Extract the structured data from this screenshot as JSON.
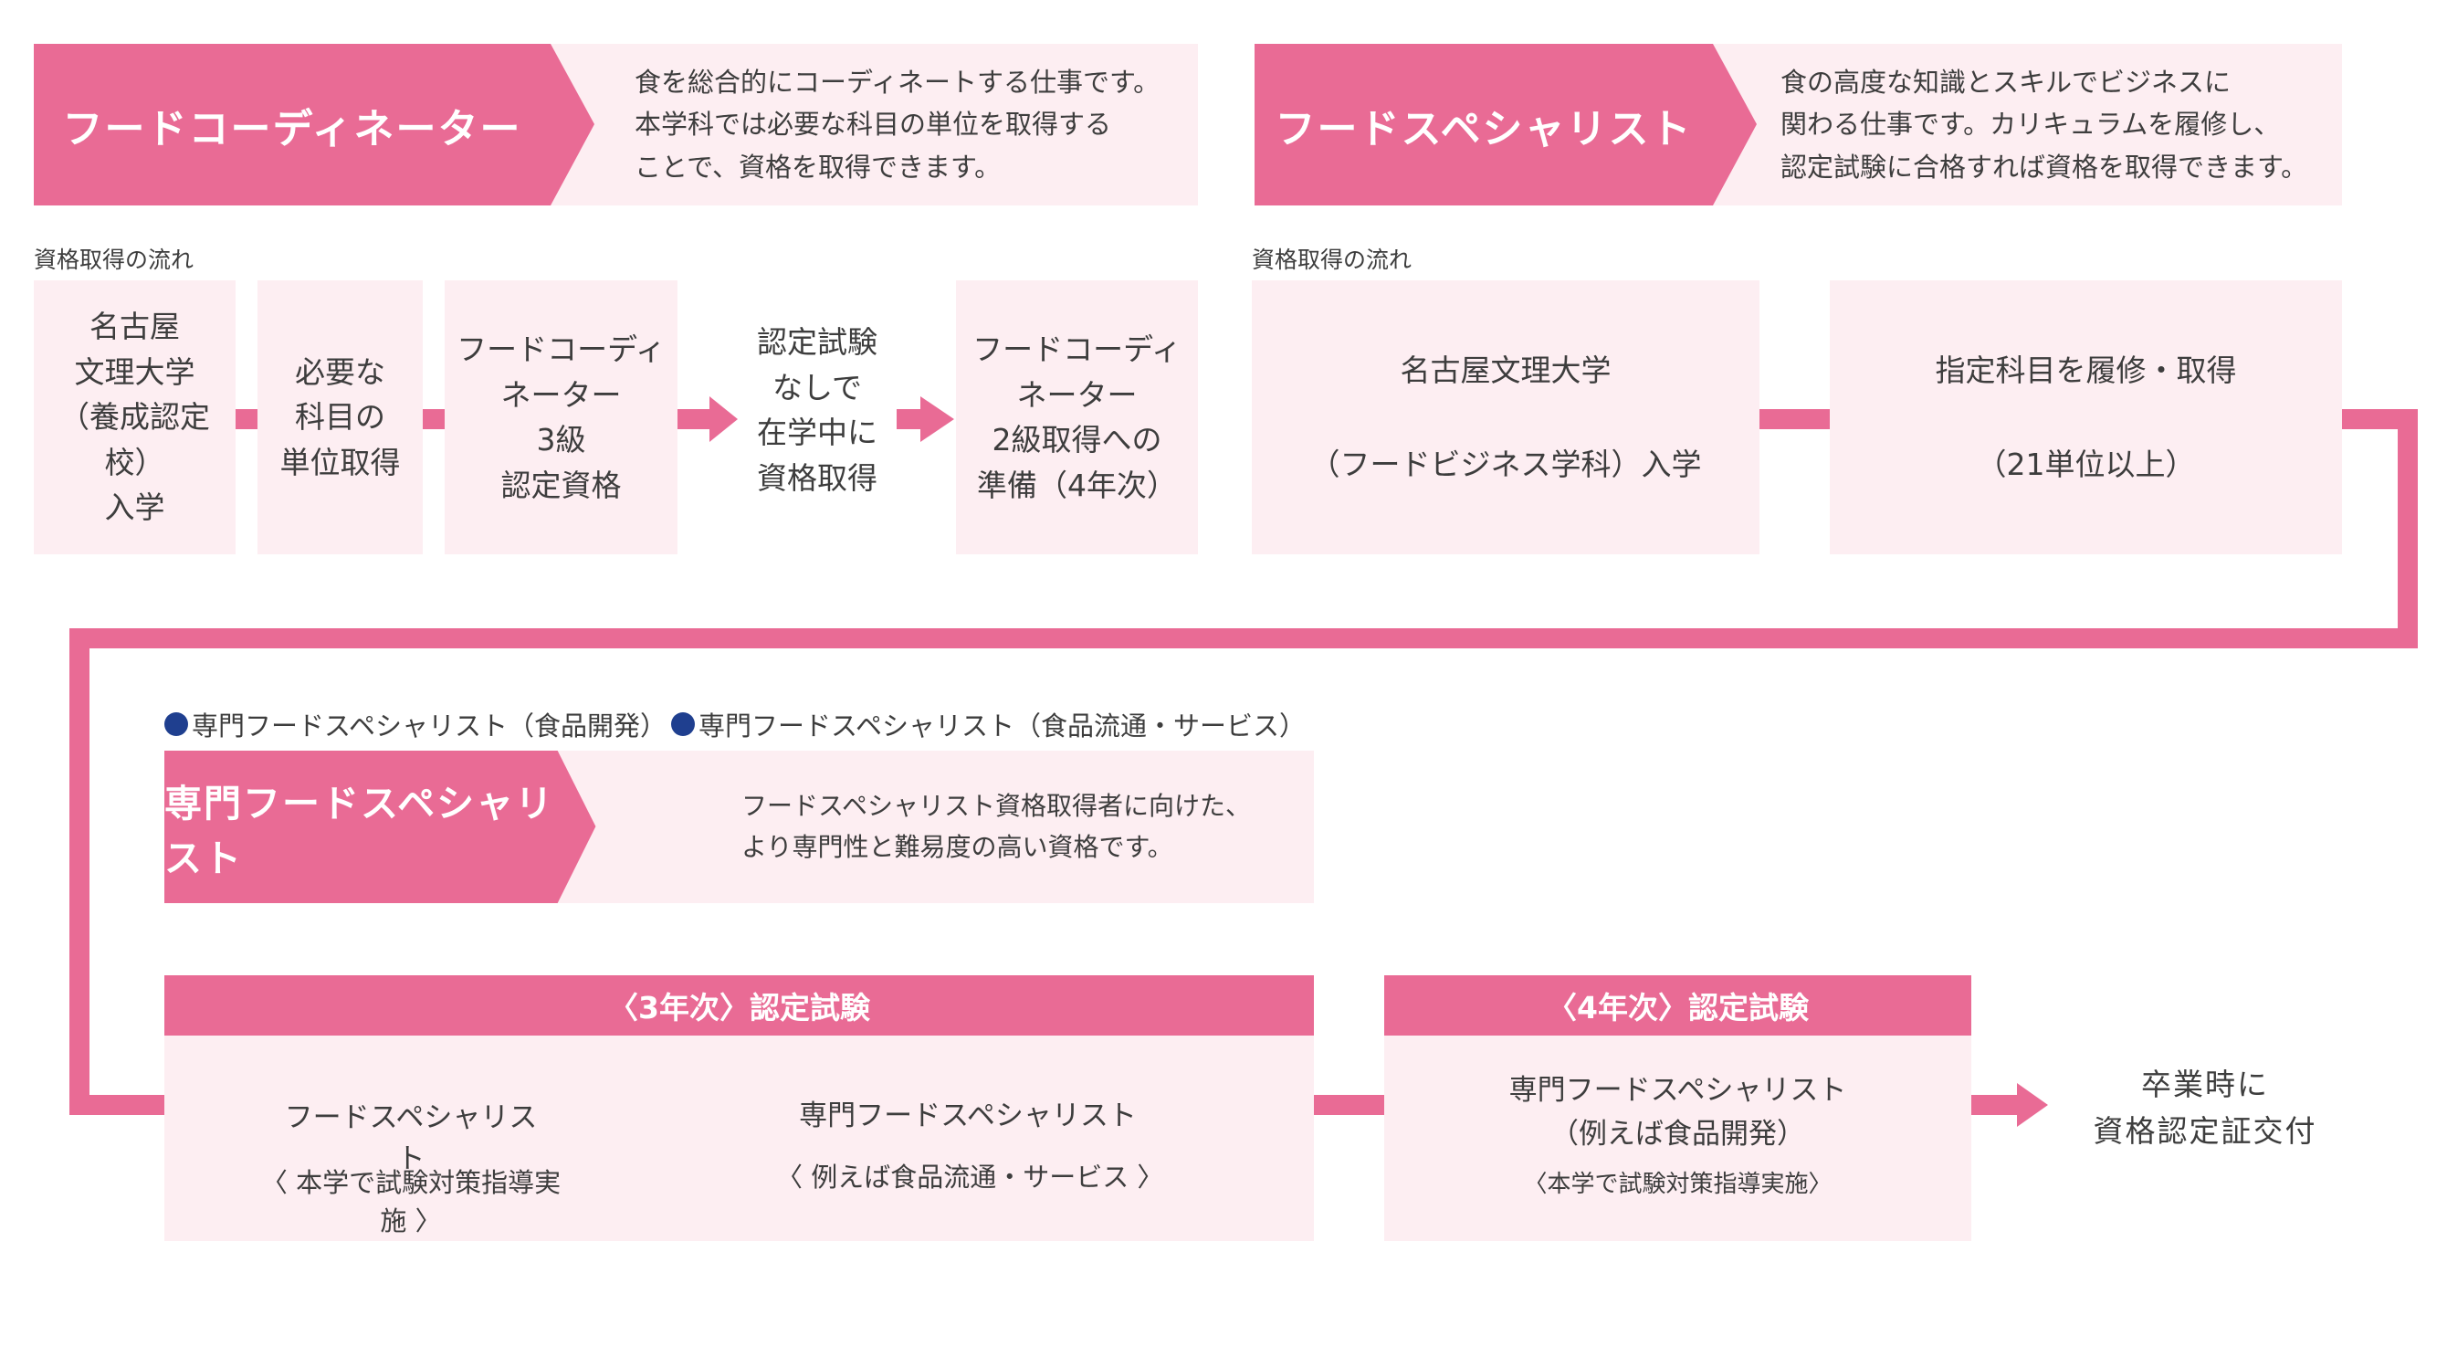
{
  "colors": {
    "pink": "#e96b95",
    "light_pink": "#fdeef2",
    "navy": "#1f3f8f",
    "text": "#3d3d3d"
  },
  "coordinator": {
    "title": "フードコーディネーター",
    "description": "食を総合的にコーディネートする仕事です。\n本学科では必要な科目の単位を取得する\nことで、資格を取得できます。",
    "flow_label": "資格取得の流れ",
    "steps": [
      "名古屋\n文理大学\n（養成認定校）\n入学",
      "必要な\n科目の\n単位取得",
      "フードコーディ\nネーター\n3級\n認定資格",
      "認定試験\nなしで\n在学中に\n資格取得",
      "フードコーディ\nネーター\n2級取得への\n準備（4年次）"
    ]
  },
  "specialist": {
    "title": "フードスペシャリスト",
    "description": "食の高度な知識とスキルでビジネスに\n関わる仕事です。カリキュラムを履修し、\n認定試験に合格すれば資格を取得できます。",
    "flow_label": "資格取得の流れ",
    "steps": [
      "名古屋文理大学\n\n（フードビジネス学科）入学",
      "指定科目を履修・取得\n\n（21単位以上）"
    ]
  },
  "senmon": {
    "bullets": [
      "専門フードスペシャリスト（食品開発）",
      "専門フードスペシャリスト（食品流通・サービス）"
    ],
    "title": "専門フードスペシャリスト",
    "description": "フードスペシャリスト資格取得者に向けた、\nより専門性と難易度の高い資格です。"
  },
  "exam3": {
    "header": "〈3年次〉認定試験",
    "left_title": "フードスペシャリスト",
    "left_note": "〈 本学で試験対策指導実施 〉",
    "right_title": "専門フードスペシャリスト",
    "right_note": "〈 例えば食品流通・サービス 〉"
  },
  "exam4": {
    "header": "〈4年次〉認定試験",
    "title": "専門フードスペシャリスト\n（例えば食品開発）",
    "note": "〈本学で試験対策指導実施〉"
  },
  "final": "卒業時に\n資格認定証交付"
}
